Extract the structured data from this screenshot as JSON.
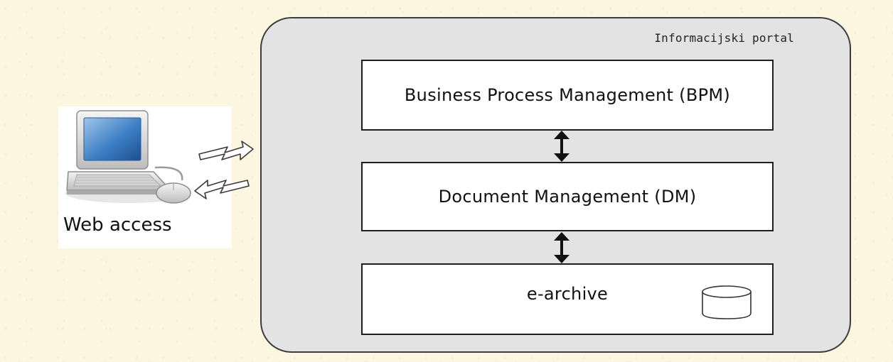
{
  "diagram": {
    "portal": {
      "label": "Informacijski portal"
    },
    "layers": [
      {
        "label": "Business Process Management (BPM)"
      },
      {
        "label": "Document Management (DM)"
      },
      {
        "label": "e-archive"
      }
    ],
    "client": {
      "label": "Web access",
      "icon": "laptop-icon"
    },
    "archive_icon": "database-icon",
    "connector_icon": "bidirectional-arrow-icon",
    "link_icons": [
      "lightning-arrow-right-icon",
      "lightning-arrow-left-icon"
    ]
  }
}
